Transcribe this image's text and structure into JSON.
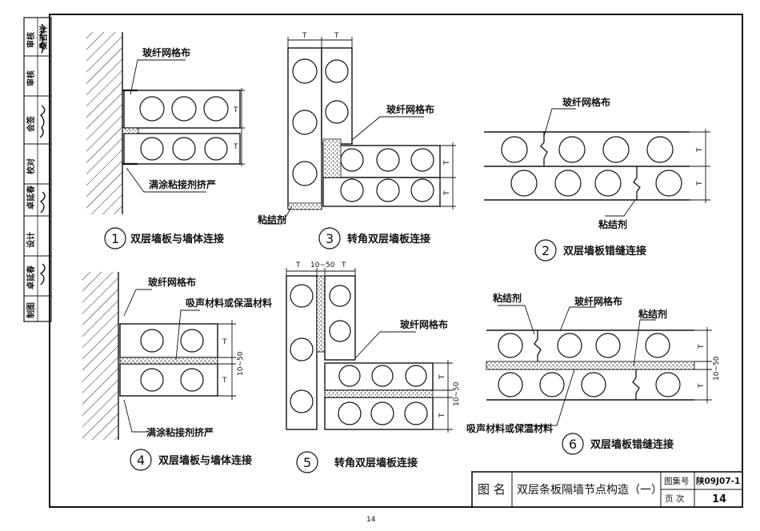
{
  "signature_strip": {
    "rows": [
      {
        "role": "审核",
        "name": "桑百祥"
      },
      {
        "role": "审核",
        "name": ""
      },
      {
        "role": "会签",
        "name": ""
      },
      {
        "role": "校对",
        "name": ""
      },
      {
        "role": "设计",
        "name": "卓延春"
      },
      {
        "role": "设计",
        "name": ""
      },
      {
        "role": "制图",
        "name": "卓延春"
      },
      {
        "role": "制图",
        "name": ""
      }
    ]
  },
  "labels": {
    "mesh": "玻纤网格布",
    "adhesive": "粘结剂",
    "fill_squeeze": "满涂粘接剂挤严",
    "acoustic": "吸声材料或保温材料",
    "T": "T",
    "gap": "10~50"
  },
  "details": [
    {
      "no": "1",
      "caption": "双层墙板与墙体连接"
    },
    {
      "no": "2",
      "caption": "双层墙板错缝连接"
    },
    {
      "no": "3",
      "caption": "转角双层墙板连接"
    },
    {
      "no": "4",
      "caption": "双层墙板与墙体连接"
    },
    {
      "no": "5",
      "caption": "转角双层墙板连接"
    },
    {
      "no": "6",
      "caption": "双层墙板错缝连接"
    }
  ],
  "title_block": {
    "label_name": "图 名",
    "title": "双层条板隔墙节点构造（一）",
    "label_atlas": "图集号",
    "atlas_no": "陕09J07-1",
    "label_page": "页 次",
    "page_no": "14"
  },
  "footer_page": "14"
}
